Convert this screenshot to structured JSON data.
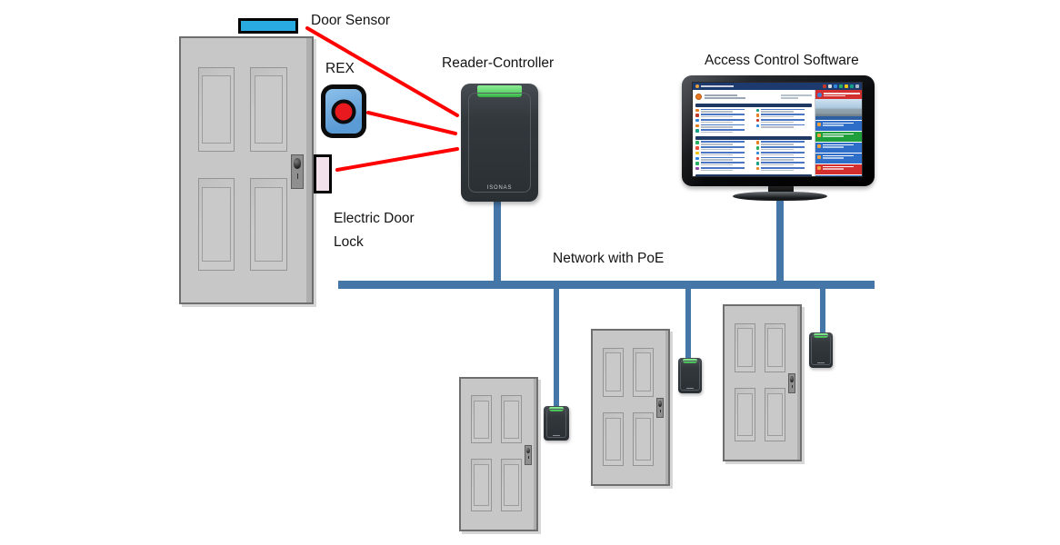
{
  "title": "IP access control system diagram",
  "labels": {
    "door_sensor": "Door Sensor",
    "rex": "REX",
    "electric_door_lock_line1": "Electric Door",
    "electric_door_lock_line2": "Lock",
    "reader_controller": "Reader-Controller",
    "access_control_software": "Access Control Software",
    "network": "Network with PoE"
  },
  "reader": {
    "brand": "ISONAS"
  },
  "colors": {
    "network_blue": "#4576A8",
    "wire_red": "#FF0000",
    "sensor_blue": "#29ABE2",
    "rex_blue_light": "#8CC0EA",
    "rex_blue": "#5B9BD5",
    "rex_red": "#E8191F",
    "lock_pink": "#F2E0EB",
    "door_gray": "#C7C7C7",
    "reader_body": "#33383D",
    "reader_led_green": "#55D063",
    "screen_topbar": "#1C3A6E",
    "screen_section_header": "#1F3864",
    "sidebar_banner": "#D32F2F"
  },
  "monitor": {
    "screen": {
      "topbar_icon_colors": [
        "#c0392b",
        "#d5d8dc",
        "#2e86de",
        "#27ae60",
        "#f1c40f",
        "#16a085",
        "#aab7c4"
      ],
      "sections": [
        {
          "left_icons": [
            "#e67e22",
            "#c0392b",
            "#2e86de",
            "#e67e22",
            "#16a085"
          ],
          "right_icons": [
            "#16a085",
            "#e67e22",
            "#c0392b",
            "#2e86de"
          ]
        },
        {
          "left_icons": [
            "#27ae60",
            "#e74c3c",
            "#f1c40f",
            "#2e86de",
            "#27ae60",
            "#8e44ad"
          ],
          "right_icons": [
            "#e67e22",
            "#27ae60",
            "#2e86de",
            "#e74c3c",
            "#16a085",
            "#e67e22"
          ]
        },
        {
          "left_icons": [
            "#c0392b",
            "#e67e22",
            "#2e86de",
            "#c0392b",
            "#e67e22"
          ],
          "right_icons": [
            "#e67e22",
            "#c0392b",
            "#2e86de",
            "#e67e22",
            "#c0392b"
          ]
        }
      ],
      "sidebar": {
        "cards": [
          "#2E6DC8",
          "#1F9E3C",
          "#2E6DC8",
          "#2E6DC8",
          "#D32F2F",
          "#2E6DC8"
        ]
      }
    }
  }
}
